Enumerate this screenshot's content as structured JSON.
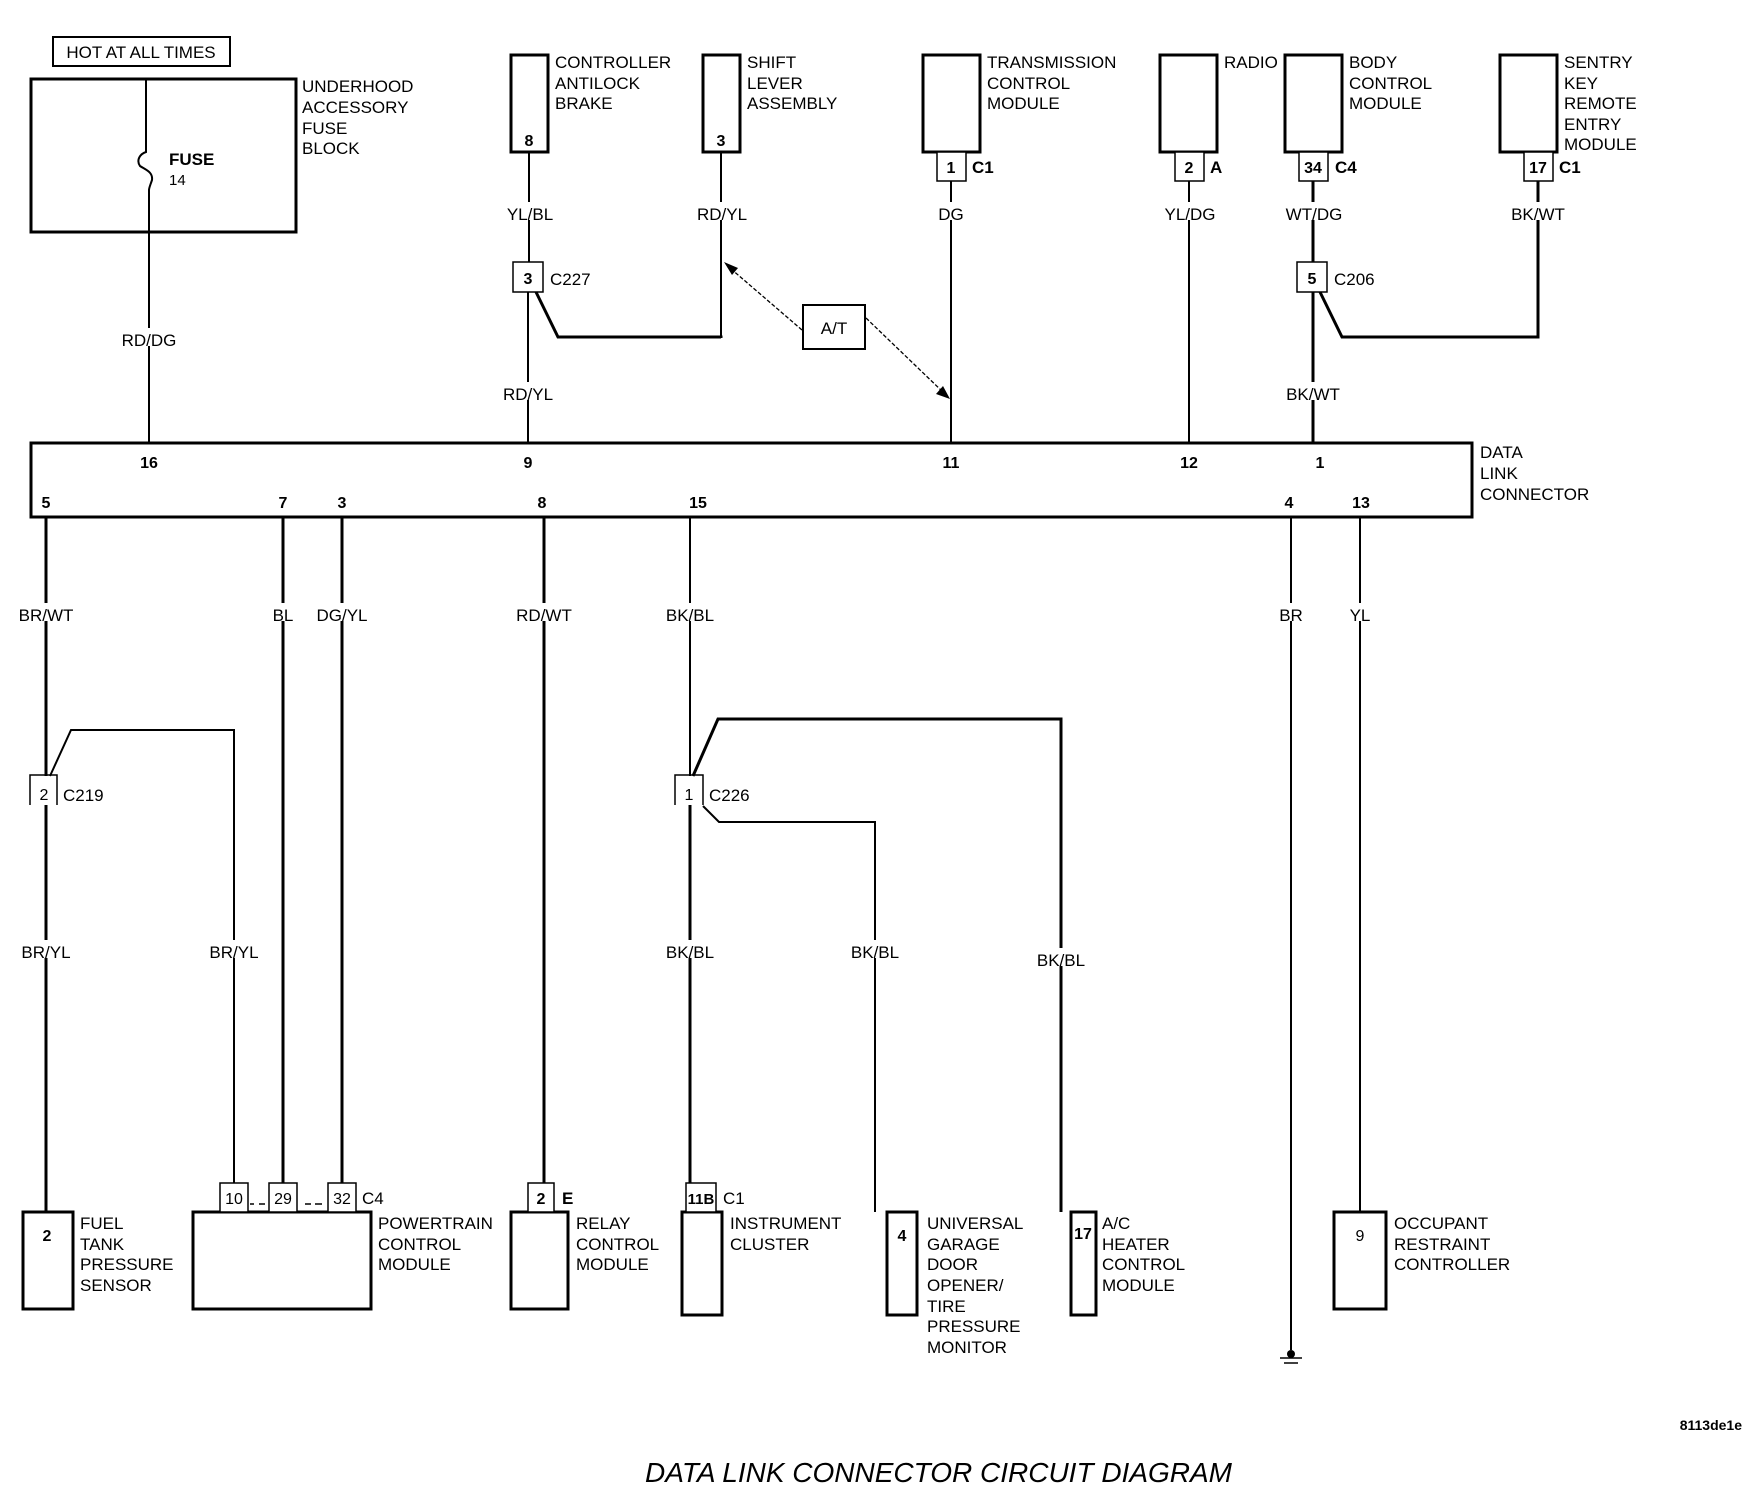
{
  "power_label": "HOT AT ALL TIMES",
  "fuse_block": {
    "name": [
      "UNDERHOOD",
      "ACCESSORY",
      "FUSE",
      "BLOCK"
    ],
    "fuse_label": "FUSE",
    "fuse_number": "14",
    "wire": "RD/DG"
  },
  "top_modules": [
    {
      "name": [
        "CONTROLLER",
        "ANTILOCK",
        "BRAKE"
      ],
      "pin": "8",
      "connector": "",
      "wire": "YL/BL"
    },
    {
      "name": [
        "SHIFT",
        "LEVER",
        "ASSEMBLY"
      ],
      "pin": "3",
      "connector": "",
      "wire": "RD/YL"
    },
    {
      "name": [
        "TRANSMISSION",
        "CONTROL",
        "MODULE"
      ],
      "pin": "1",
      "connector": "C1",
      "wire": "DG"
    },
    {
      "name": [
        "RADIO"
      ],
      "pin": "2",
      "connector": "A",
      "wire": "YL/DG"
    },
    {
      "name": [
        "BODY",
        "CONTROL",
        "MODULE"
      ],
      "pin": "34",
      "connector": "C4",
      "wire": "WT/DG"
    },
    {
      "name": [
        "SENTRY",
        "KEY",
        "REMOTE",
        "ENTRY",
        "MODULE"
      ],
      "pin": "17",
      "connector": "C1",
      "wire": "BK/WT"
    }
  ],
  "inline_connectors": {
    "c227": {
      "pin": "3",
      "name": "C227",
      "wire_below": "RD/YL"
    },
    "c206": {
      "pin": "5",
      "name": "C206",
      "wire_below": "BK/WT"
    },
    "c219": {
      "pin": "2",
      "name": "C219"
    },
    "c226": {
      "pin": "1",
      "name": "C226"
    }
  },
  "option_label": "A/T",
  "dlc": {
    "name": [
      "DATA",
      "LINK",
      "CONNECTOR"
    ],
    "top_pins": [
      "16",
      "9",
      "11",
      "12",
      "1"
    ],
    "bottom_pins": [
      "5",
      "7",
      "3",
      "8",
      "15",
      "4",
      "13"
    ]
  },
  "bottom_wires": {
    "pin5": "BR/WT",
    "pin7": "BL",
    "pin3": "DG/YL",
    "pin8": "RD/WT",
    "pin15": "BK/BL",
    "pin4": "BR",
    "pin13": "YL",
    "fuel_branch": "BR/YL",
    "pcm_branch": "BR/YL",
    "ic_branch": "BK/BL",
    "ugdo_branch": "BK/BL",
    "ac_branch": "BK/BL"
  },
  "bottom_modules": {
    "fuel": {
      "name": [
        "FUEL",
        "TANK",
        "PRESSURE",
        "SENSOR"
      ],
      "pin": "2"
    },
    "pcm": {
      "name": [
        "POWERTRAIN",
        "CONTROL",
        "MODULE"
      ],
      "pins": [
        "10",
        "29",
        "32"
      ],
      "connector": "C4"
    },
    "relay": {
      "name": [
        "RELAY",
        "CONTROL",
        "MODULE"
      ],
      "pin": "2",
      "connector": "E"
    },
    "ic": {
      "name": [
        "INSTRUMENT",
        "CLUSTER"
      ],
      "pin": "11B",
      "connector": "C1"
    },
    "ugdo": {
      "name": [
        "UNIVERSAL",
        "GARAGE",
        "DOOR",
        "OPENER/",
        "TIRE",
        "PRESSURE",
        "MONITOR"
      ],
      "pin": "4"
    },
    "ac": {
      "name": [
        "A/C",
        "HEATER",
        "CONTROL",
        "MODULE"
      ],
      "pin": "17"
    },
    "orc": {
      "name": [
        "OCCUPANT",
        "RESTRAINT",
        "CONTROLLER"
      ],
      "pin": "9"
    }
  },
  "figure_code": "8113de1e",
  "caption": "DATA LINK CONNECTOR CIRCUIT DIAGRAM"
}
